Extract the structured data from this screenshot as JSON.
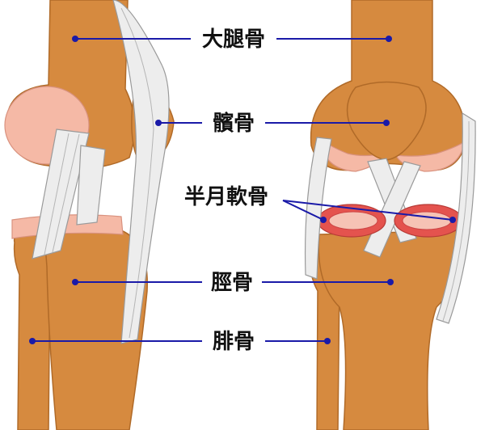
{
  "diagram": {
    "labels": {
      "femur": "大腿骨",
      "patella": "髕骨",
      "meniscus": "半月軟骨",
      "tibia": "脛骨",
      "fibula": "腓骨"
    },
    "colors": {
      "bone": "#D68A3F",
      "cartilage": "#F5B9A6",
      "ligament": "#EDEDED",
      "meniscus": "#E4534E",
      "leader_line": "#1A1AA8"
    }
  }
}
